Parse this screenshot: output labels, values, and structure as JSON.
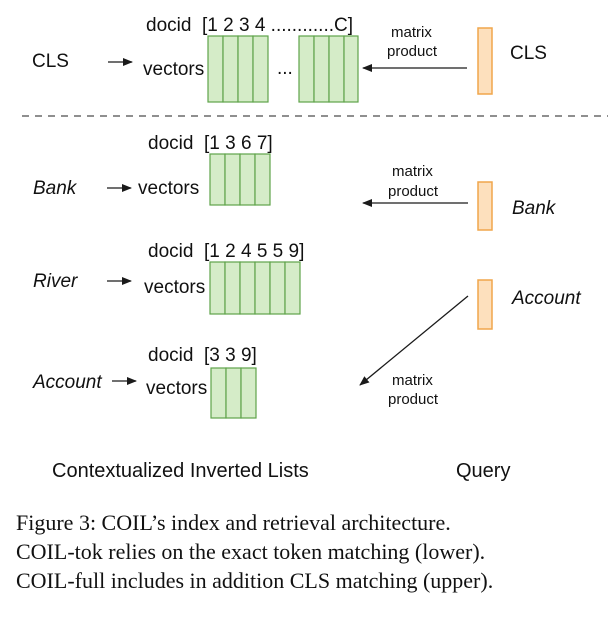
{
  "cls_section": {
    "left_label": "CLS",
    "docid_label": "docid",
    "docid_values": "[1 2 3 4 ............C]",
    "vectors_label": "vectors",
    "ellipsis": "...",
    "product_line1": "matrix",
    "product_line2": "product",
    "query_label": "CLS"
  },
  "lists": [
    {
      "term": "Bank",
      "docid_label": "docid",
      "docid_values": "[1 3 6 7]",
      "vectors_label": "vectors",
      "vector_count": 4
    },
    {
      "term": "River",
      "docid_label": "docid",
      "docid_values": "[1 2 4 5 5 9]",
      "vectors_label": "vectors",
      "vector_count": 6
    },
    {
      "term": "Account",
      "docid_label": "docid",
      "docid_values": "[3 3 9]",
      "vectors_label": "vectors",
      "vector_count": 3
    }
  ],
  "token_products": [
    {
      "line1": "matrix",
      "line2": "product"
    },
    {
      "line1": "matrix",
      "line2": "product"
    }
  ],
  "query_terms": [
    "Bank",
    "Account"
  ],
  "bottom_labels": {
    "left": "Contextualized Inverted Lists",
    "right": "Query"
  },
  "caption": {
    "line1": "Figure 3:  COIL’s index and retrieval architecture.",
    "line2": "COIL-tok relies on the exact token matching (lower).",
    "line3": "COIL-full includes in addition CLS matching (upper)."
  },
  "colors": {
    "vector_fill": "#d5ecc8",
    "vector_stroke": "#5fa34a",
    "query_fill": "#fde0bd",
    "query_stroke": "#f0a64b"
  }
}
